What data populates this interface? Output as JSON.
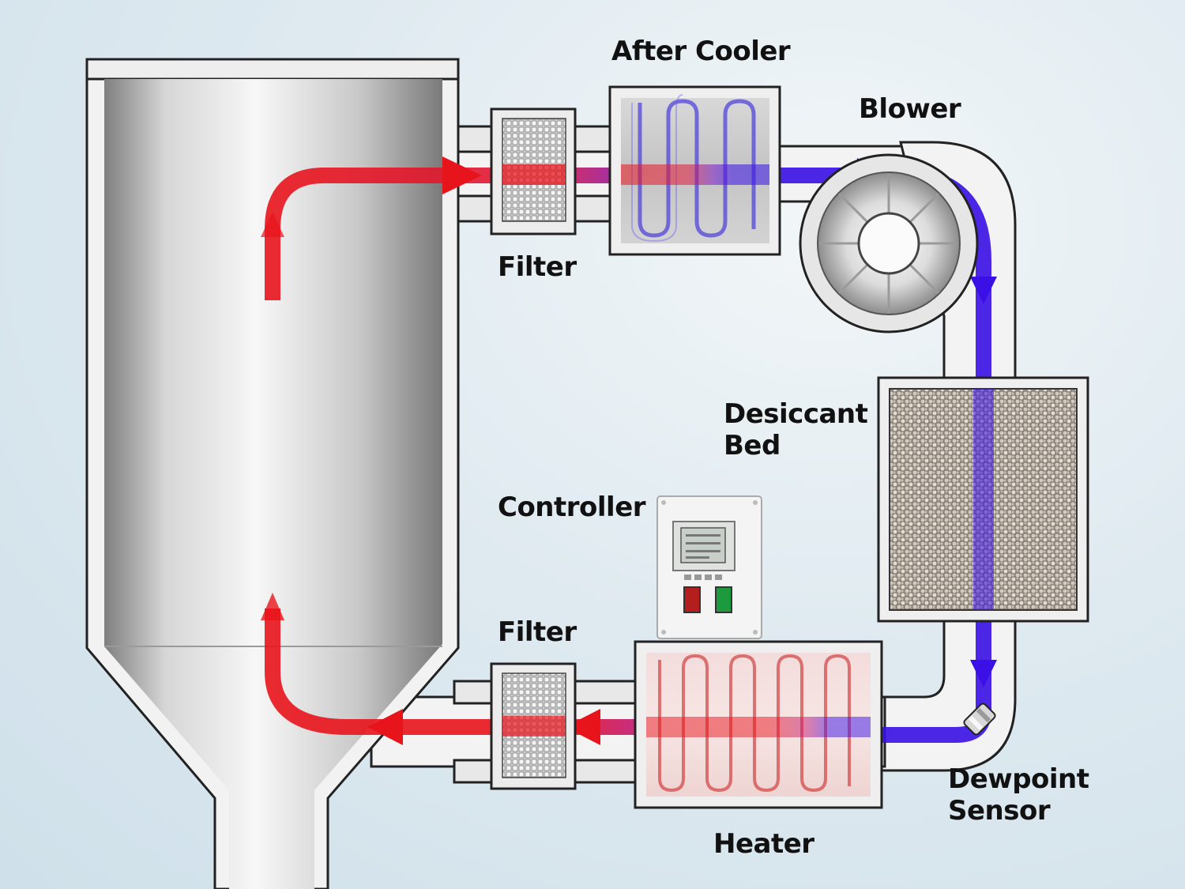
{
  "labels": {
    "after_cooler": "After Cooler",
    "blower": "Blower",
    "filter_top": "Filter",
    "desiccant_bed": "Desiccant\nBed",
    "controller": "Controller",
    "filter_bottom": "Filter",
    "heater": "Heater",
    "dewpoint_sensor": "Dewpoint\nSensor"
  },
  "colors": {
    "hot_air": "#e8141c",
    "dry_air": "#3a10e6",
    "steel_light": "#f4f4f4",
    "steel_dark": "#8a8a8a",
    "outline": "#1e1e1e"
  },
  "icons": {
    "hopper": "hopper-vessel",
    "filter": "mesh-filter",
    "after_cooler": "cooling-coil",
    "blower": "centrifugal-fan",
    "desiccant_bed": "desiccant-bed",
    "heater": "heating-coil",
    "controller": "control-panel",
    "sensor": "dewpoint-probe"
  }
}
